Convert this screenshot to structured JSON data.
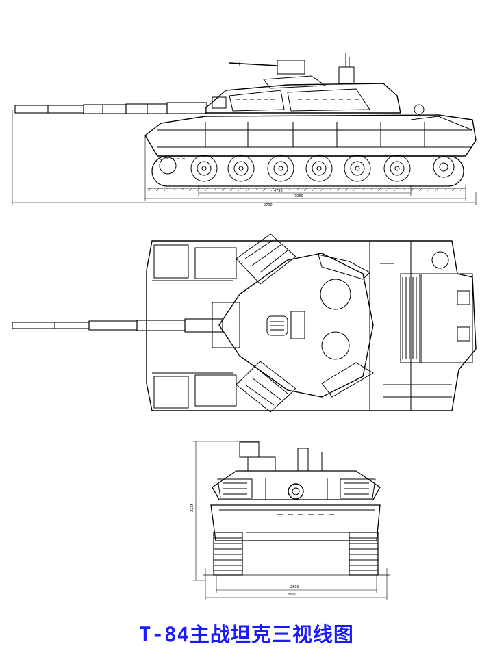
{
  "caption": "T-84主战坦克三视线图",
  "colors": {
    "caption": "#1a1aff",
    "line": "#000000",
    "background": "#ffffff"
  },
  "side_view": {
    "dim_total": "9700",
    "dim_hull": "7060",
    "dim_wheelbase": "4780"
  },
  "front_view": {
    "dim_height": "2215",
    "dim_track": "2800",
    "dim_width": "3610"
  }
}
